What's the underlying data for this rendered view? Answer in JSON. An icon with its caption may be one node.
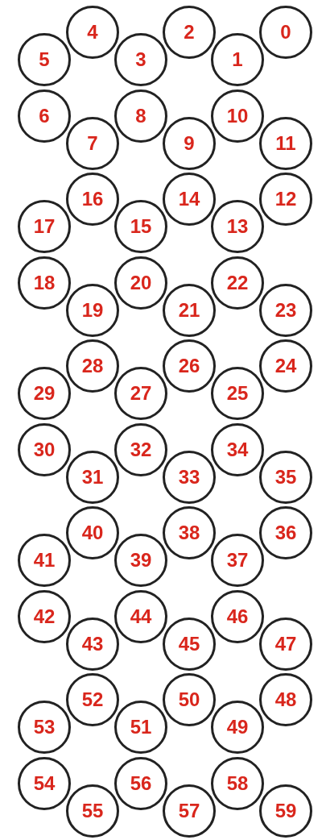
{
  "diagram": {
    "nodes": [
      {
        "text": [
          "0"
        ]
      },
      {
        "text": [
          "1"
        ]
      },
      {
        "text": [
          "2"
        ]
      },
      {
        "text": [
          "3"
        ]
      },
      {
        "text": [
          "4"
        ]
      },
      {
        "text": [
          "5"
        ]
      },
      {
        "text": [
          "6"
        ]
      },
      {
        "text": [
          "7"
        ]
      },
      {
        "text": [
          "8"
        ]
      },
      {
        "text": [
          "9"
        ]
      },
      {
        "text": [
          "10"
        ]
      },
      {
        "text": [
          "11"
        ]
      },
      {
        "text": [
          "12"
        ]
      },
      {
        "text": [
          "13"
        ]
      },
      {
        "text": [
          "14"
        ]
      },
      {
        "text": [
          "15"
        ]
      },
      {
        "text": [
          "16"
        ]
      },
      {
        "text": [
          "17"
        ]
      },
      {
        "text": [
          "18"
        ]
      },
      {
        "text": [
          "19"
        ]
      },
      {
        "text": [
          "20"
        ]
      },
      {
        "text": [
          "21"
        ]
      },
      {
        "text": [
          "22"
        ]
      },
      {
        "text": [
          "23"
        ]
      },
      {
        "text": [
          "24"
        ]
      },
      {
        "text": [
          "25"
        ]
      },
      {
        "text": [
          "26"
        ]
      },
      {
        "text": [
          "27"
        ]
      },
      {
        "text": [
          "28"
        ]
      },
      {
        "text": [
          "29"
        ]
      },
      {
        "text": [
          "30"
        ]
      },
      {
        "text": [
          "31"
        ]
      },
      {
        "text": [
          "32"
        ]
      },
      {
        "text": [
          "33"
        ]
      },
      {
        "text": [
          "34"
        ]
      },
      {
        "text": [
          "35"
        ]
      },
      {
        "text": [
          "36"
        ]
      },
      {
        "text": [
          "37"
        ]
      },
      {
        "text": [
          "38"
        ]
      },
      {
        "text": [
          "39"
        ]
      },
      {
        "text": [
          "40"
        ]
      },
      {
        "text": [
          "41"
        ]
      },
      {
        "text": [
          "42"
        ]
      },
      {
        "text": [
          "43"
        ]
      },
      {
        "text": [
          "44"
        ]
      },
      {
        "text": [
          "45"
        ]
      },
      {
        "text": [
          "46"
        ]
      },
      {
        "text": [
          "47"
        ]
      },
      {
        "text": [
          "48"
        ]
      },
      {
        "text": [
          "49"
        ]
      },
      {
        "text": [
          "50"
        ]
      },
      {
        "text": [
          "51"
        ]
      },
      {
        "text": [
          "52"
        ]
      },
      {
        "text": [
          "53"
        ]
      },
      {
        "text": [
          "54"
        ]
      },
      {
        "text": [
          "55"
        ]
      },
      {
        "text": [
          "56"
        ]
      },
      {
        "text": [
          "57"
        ]
      },
      {
        "text": [
          "58"
        ]
      },
      {
        "text": [
          "59"
        ]
      }
    ]
  }
}
